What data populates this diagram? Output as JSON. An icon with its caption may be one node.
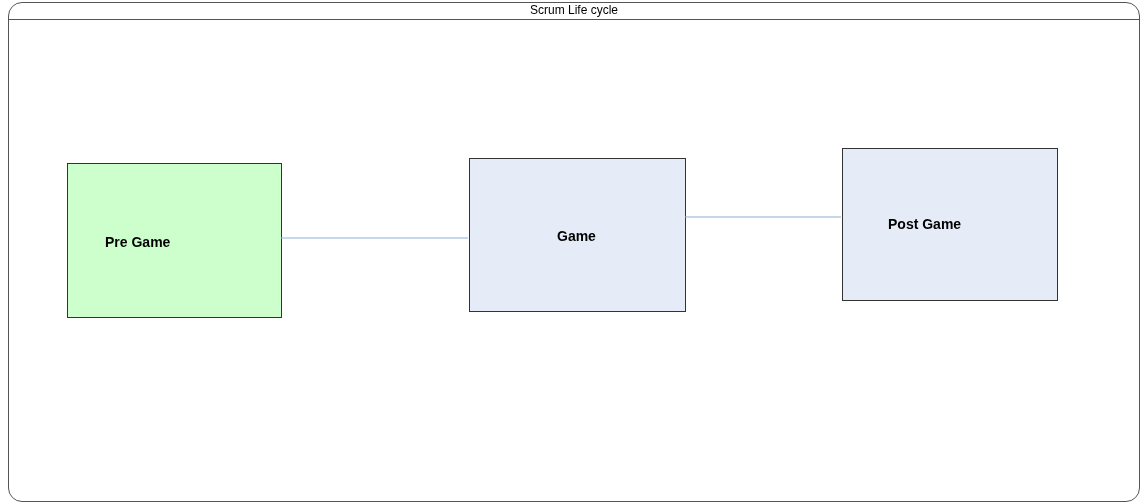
{
  "diagram": {
    "nodes": [
      {
        "text": [
          "Scrum Life cycle"
        ]
      },
      {
        "text": [
          "Pre Game"
        ],
        "in": 0
      },
      {
        "text": [
          "Game"
        ],
        "in": 0
      },
      {
        "text": [
          "Post Game"
        ],
        "in": 0
      }
    ],
    "edges": [
      {
        "from": 1,
        "to": 2,
        "arrow": "none"
      },
      {
        "from": 2,
        "to": 3,
        "arrow": "none"
      }
    ]
  }
}
